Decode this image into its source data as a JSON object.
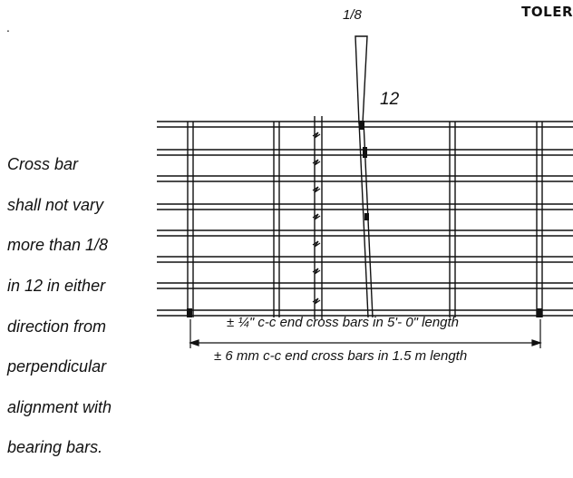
{
  "header": {
    "title": "TOLER",
    "corner_mark": "."
  },
  "tolerance": {
    "fraction": "1/8",
    "run": "12"
  },
  "note": {
    "lines": [
      "Cross bar",
      "shall not vary",
      "more than 1/8",
      "in 12  in either",
      "direction from",
      "perpendicular",
      "alignment with",
      "bearing bars."
    ]
  },
  "dimensions": {
    "imperial": "± ¼\" c-c end cross bars in 5'- 0\" length",
    "metric": "± 6 mm c-c end cross bars in 1.5 m length"
  },
  "colors": {
    "ink": "#111111",
    "background": "#ffffff"
  }
}
